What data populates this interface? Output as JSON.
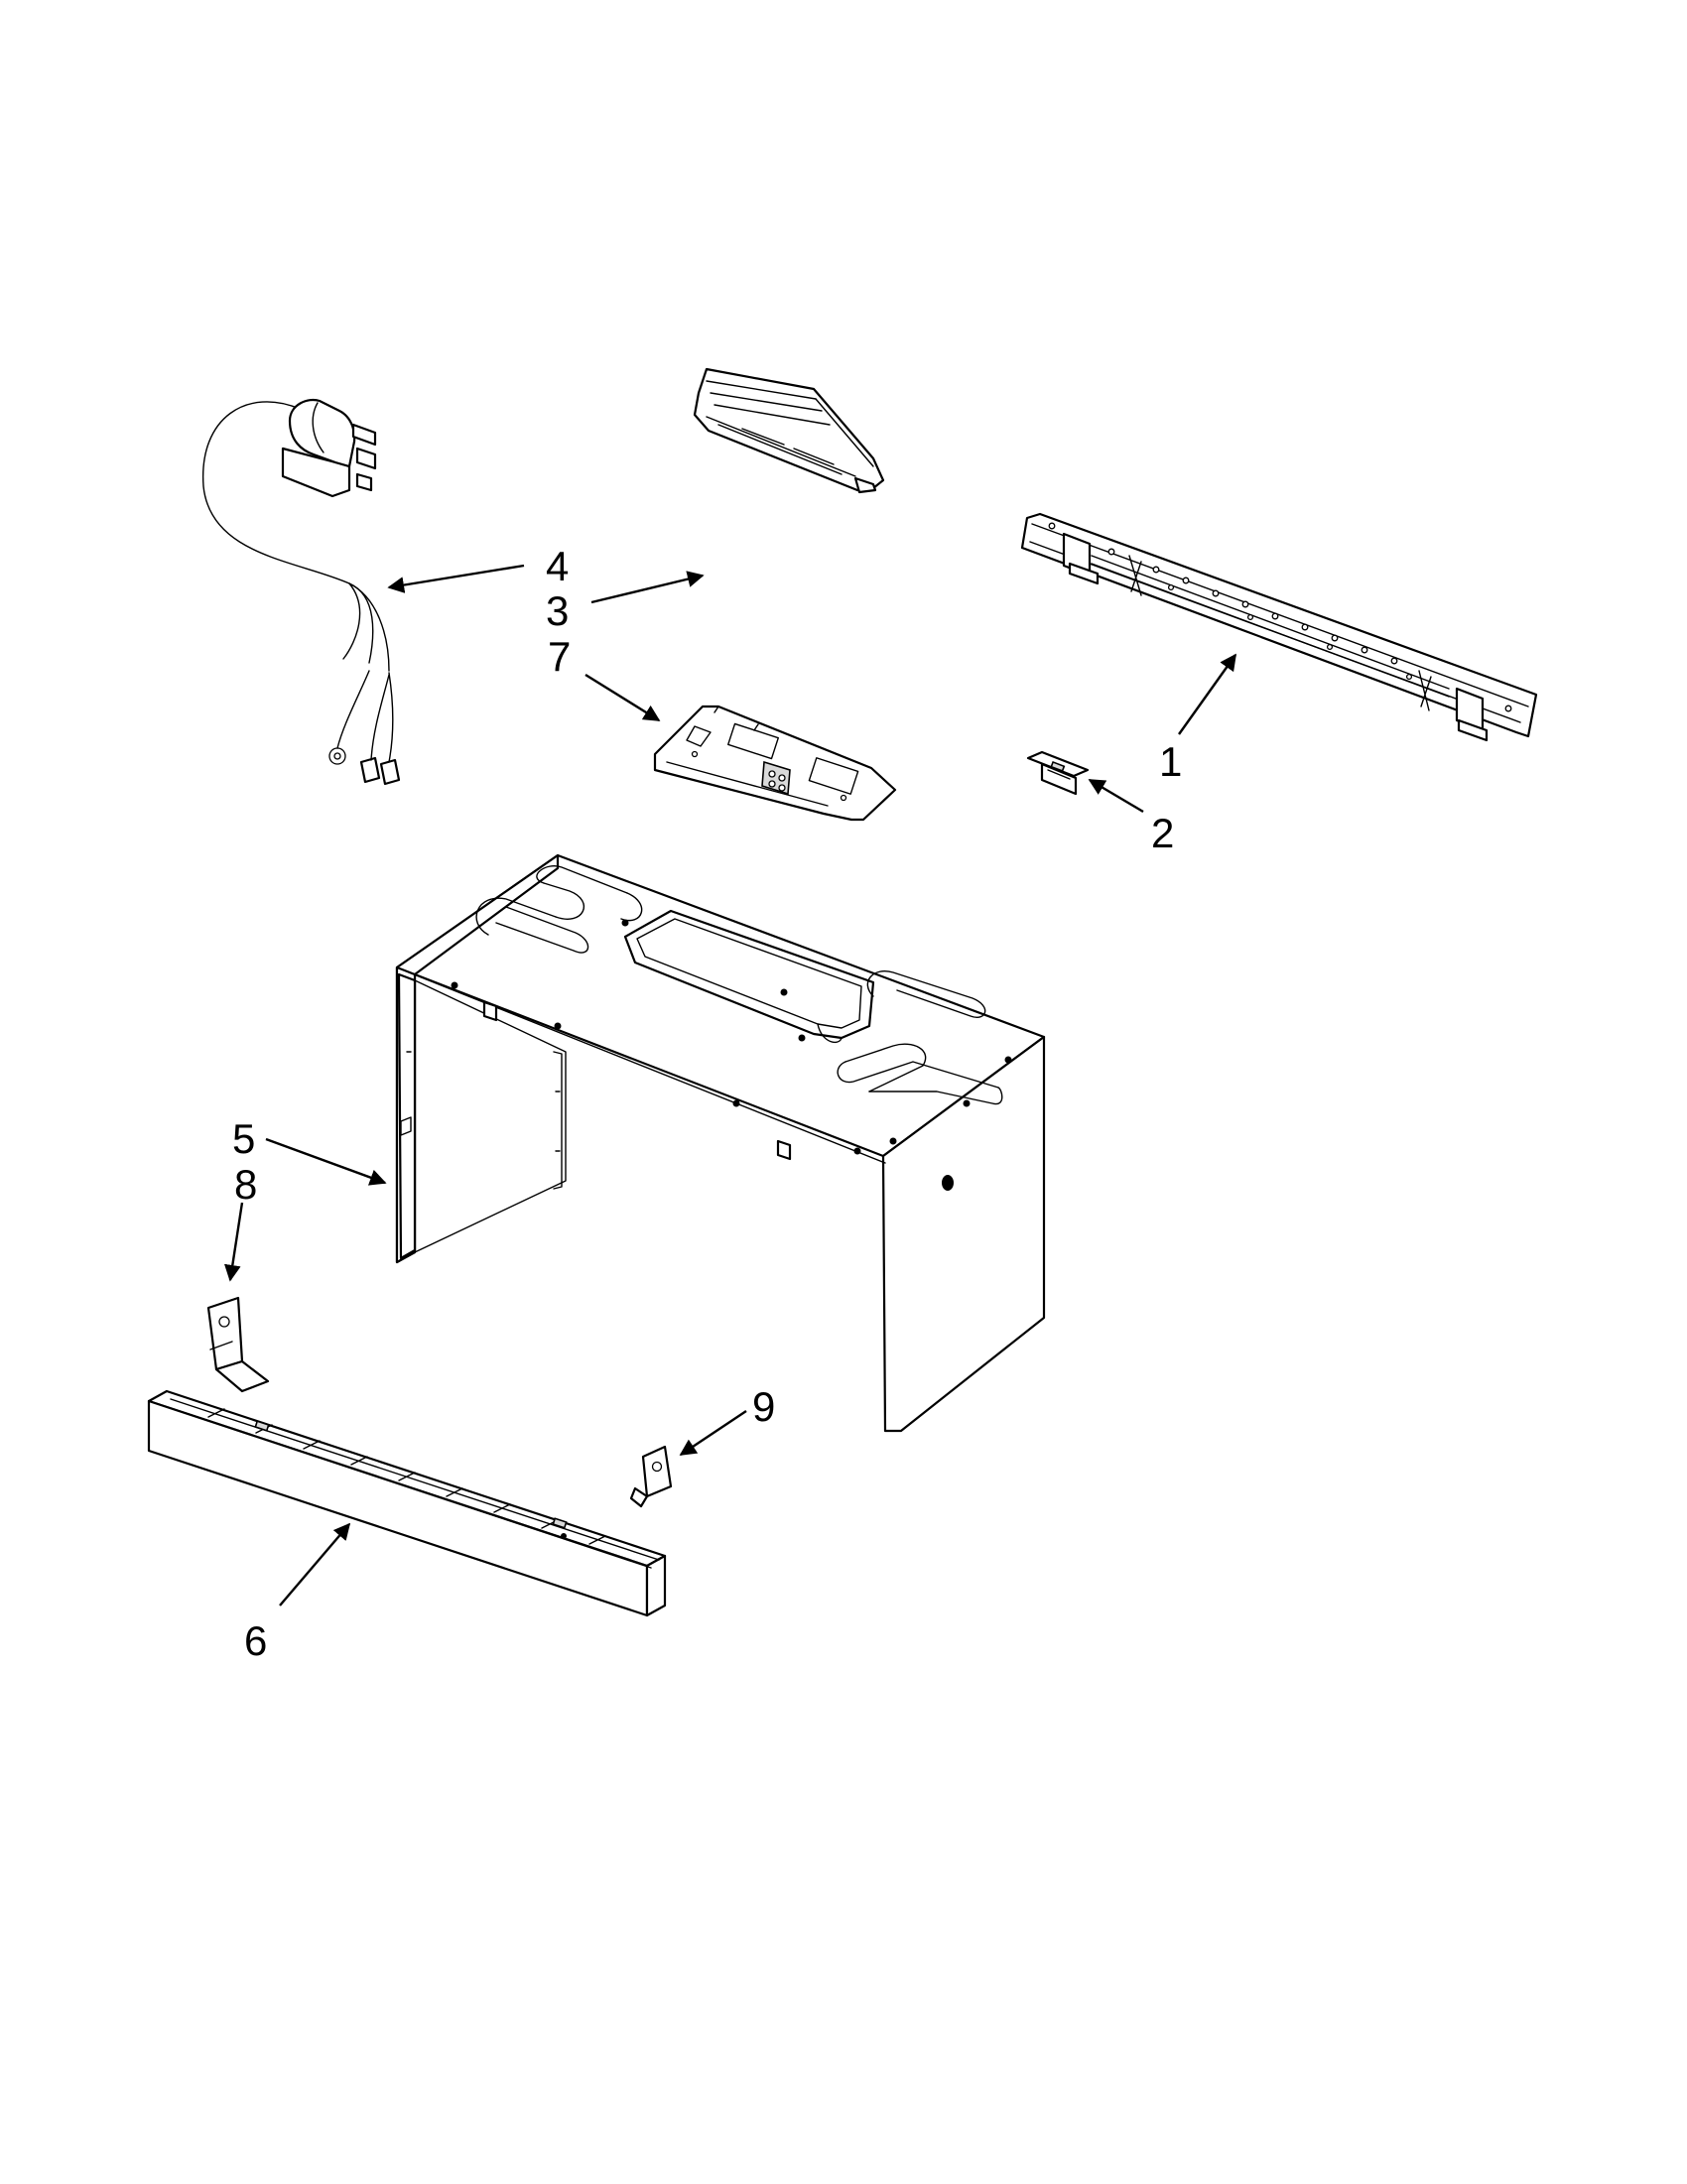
{
  "colors": {
    "line": "#000000",
    "background": "#ffffff",
    "shade": "#d9d9d9"
  },
  "callouts": [
    {
      "id": "1",
      "label": "1"
    },
    {
      "id": "2",
      "label": "2"
    },
    {
      "id": "3",
      "label": "3"
    },
    {
      "id": "4",
      "label": "4"
    },
    {
      "id": "5",
      "label": "5"
    },
    {
      "id": "6",
      "label": "6"
    },
    {
      "id": "7",
      "label": "7"
    },
    {
      "id": "8",
      "label": "8"
    },
    {
      "id": "9",
      "label": "9"
    }
  ]
}
